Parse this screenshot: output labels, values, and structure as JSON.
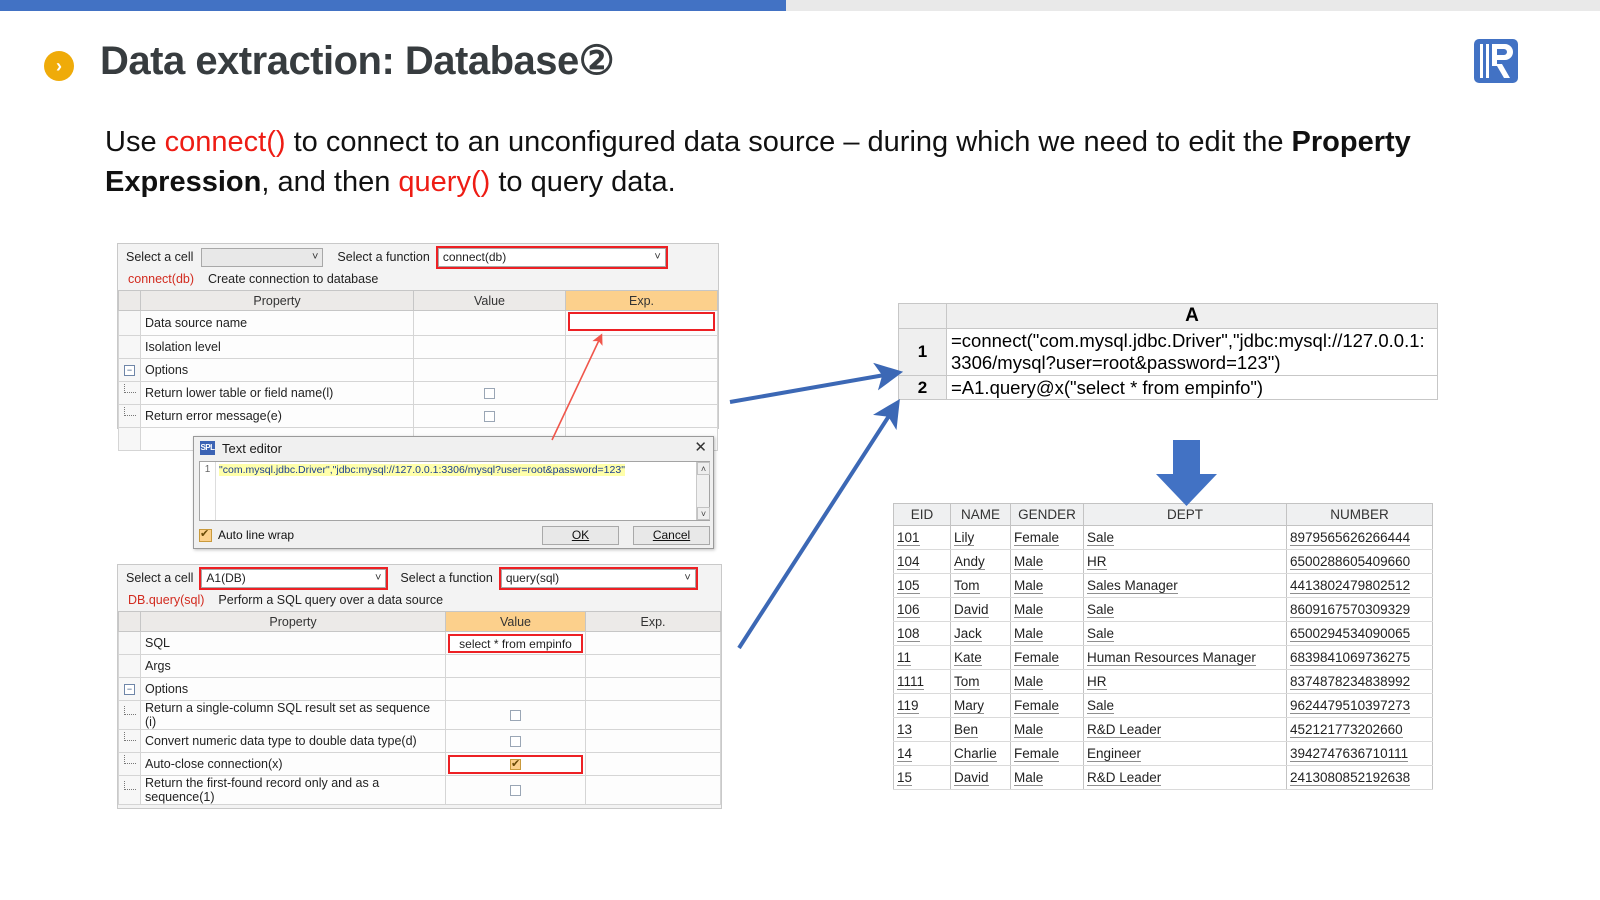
{
  "slide": {
    "title": "Data extraction: Database②",
    "bullet_icon": "chevron-right-icon",
    "logo_letter": "R",
    "intro": {
      "seg1": "Use ",
      "kw1": "connect()",
      "seg2": " to connect to an unconfigured data source – during which we need to edit the ",
      "kw2": "Property Expression",
      "seg3": ", and then ",
      "kw3": "query()",
      "seg4": " to query data."
    },
    "colors": {
      "accent_blue": "#4272c4",
      "bullet_orange": "#efab09",
      "keyword_red": "#ee1c14",
      "highlight_red": "#ed2024",
      "header_amber": "#fcd08c"
    }
  },
  "connect_panel": {
    "cell_label": "Select a cell",
    "cell_value": "",
    "function_label": "Select a function",
    "function_value": "connect(db)",
    "func_name": "connect(db)",
    "func_desc": "Create connection to database",
    "columns": [
      "Property",
      "Value",
      "Exp."
    ],
    "rows": [
      {
        "property": "Data source name",
        "value": "",
        "exp": "",
        "kind": "text",
        "exp_highlight": true,
        "indent": 0
      },
      {
        "property": "Isolation level",
        "value": "",
        "exp": "",
        "kind": "text",
        "indent": 0
      },
      {
        "property": "Options",
        "value": "",
        "exp": "",
        "kind": "group",
        "indent": 0
      },
      {
        "property": "Return lower table or field name(l)",
        "value": "unchecked",
        "exp": "",
        "kind": "check",
        "indent": 1
      },
      {
        "property": "Return error message(e)",
        "value": "unchecked",
        "exp": "",
        "kind": "check",
        "indent": 1
      }
    ]
  },
  "text_editor": {
    "title": "Text editor",
    "app_icon": "SPL",
    "close_icon": "close-icon",
    "line_number": "1",
    "content": "\"com.mysql.jdbc.Driver\",\"jdbc:mysql://127.0.0.1:3306/mysql?user=root&password=123\"",
    "auto_wrap_label": "Auto line wrap",
    "auto_wrap_checked": true,
    "ok_label": "OK",
    "cancel_label": "Cancel",
    "scroll_up_icon": "chevron-up-icon",
    "scroll_down_icon": "chevron-down-icon"
  },
  "query_panel": {
    "cell_label": "Select a cell",
    "cell_value": "A1(DB)",
    "function_label": "Select a function",
    "function_value": "query(sql)",
    "func_name": "DB.query(sql)",
    "func_desc": "Perform a SQL query over a data source",
    "columns": [
      "Property",
      "Value",
      "Exp."
    ],
    "rows": [
      {
        "property": "SQL",
        "value": "select * from empinfo",
        "exp": "",
        "kind": "text",
        "value_highlight": true,
        "indent": 0
      },
      {
        "property": "Args",
        "value": "",
        "exp": "",
        "kind": "text",
        "indent": 0
      },
      {
        "property": "Options",
        "value": "",
        "exp": "",
        "kind": "group",
        "indent": 0
      },
      {
        "property": "Return a single-column SQL result set as sequence (i)",
        "value": "unchecked",
        "exp": "",
        "kind": "check",
        "indent": 1
      },
      {
        "property": "Convert numeric data type to double data type(d)",
        "value": "unchecked",
        "exp": "",
        "kind": "check",
        "indent": 1
      },
      {
        "property": "Auto-close connection(x)",
        "value": "checked",
        "exp": "",
        "kind": "check",
        "indent": 1,
        "value_highlight": true
      },
      {
        "property": "Return the first-found record only and as a sequence(1)",
        "value": "unchecked",
        "exp": "",
        "kind": "check",
        "indent": 1
      }
    ]
  },
  "cell_grid": {
    "column_header": "A",
    "rows": [
      {
        "num": "1",
        "formula": "=connect(\"com.mysql.jdbc.Driver\",\"jdbc:mysql://127.0.0.1:3306/mysql?user=root&password=123\")"
      },
      {
        "num": "2",
        "formula": "=A1.query@x(\"select * from empinfo\")"
      }
    ]
  },
  "result_table": {
    "columns": [
      "EID",
      "NAME",
      "GENDER",
      "DEPT",
      "NUMBER"
    ],
    "rows": [
      [
        "101",
        "Lily",
        "Female",
        "Sale",
        "8979565626266444"
      ],
      [
        "104",
        "Andy",
        "Male",
        "HR",
        "6500288605409660"
      ],
      [
        "105",
        "Tom",
        "Male",
        "Sales Manager",
        "4413802479802512"
      ],
      [
        "106",
        "David",
        "Male",
        "Sale",
        "8609167570309329"
      ],
      [
        "108",
        "Jack",
        "Male",
        "Sale",
        "6500294534090065"
      ],
      [
        "11",
        "Kate",
        "Female",
        "Human Resources Manager",
        "6839841069736275"
      ],
      [
        "1111",
        "Tom",
        "Male",
        "HR",
        "8374878234838992"
      ],
      [
        "119",
        "Mary",
        "Female",
        "Sale",
        "9624479510397273"
      ],
      [
        "13",
        "Ben",
        "Male",
        "R&D Leader",
        "452121773202660"
      ],
      [
        "14",
        "Charlie",
        "Female",
        "Engineer",
        "3942747636710111"
      ],
      [
        "15",
        "David",
        "Male",
        "R&D Leader",
        "2413080852192638"
      ]
    ]
  }
}
